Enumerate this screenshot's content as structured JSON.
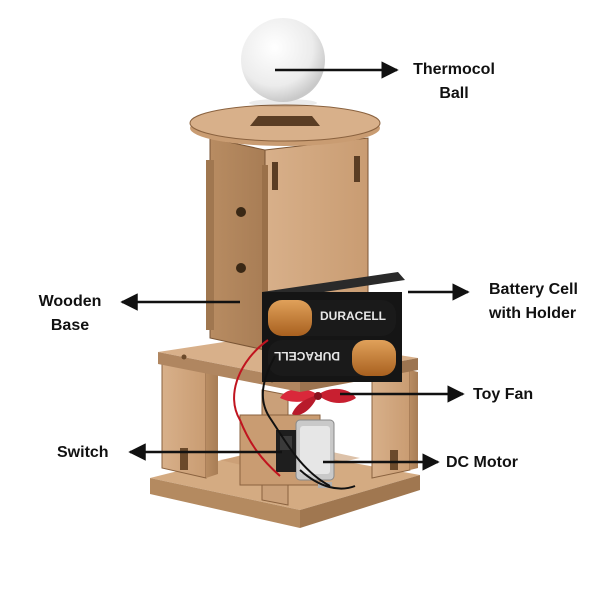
{
  "labels": {
    "thermocol": [
      "Thermocol",
      "Ball"
    ],
    "wooden_base": [
      "Wooden",
      "Base"
    ],
    "battery": [
      "Battery Cell",
      "with Holder"
    ],
    "toy_fan": "Toy Fan",
    "switch": "Switch",
    "dc_motor": "DC Motor"
  },
  "battery_brand": "DURACELL",
  "colors": {
    "wood": "#cfa57c",
    "wood_dark": "#a67c55",
    "wood_edge": "#7a5535",
    "fan": "#d9283a",
    "battery_copper": "#c97a2e",
    "battery_black": "#1a1a1a",
    "arrow": "#111111"
  }
}
